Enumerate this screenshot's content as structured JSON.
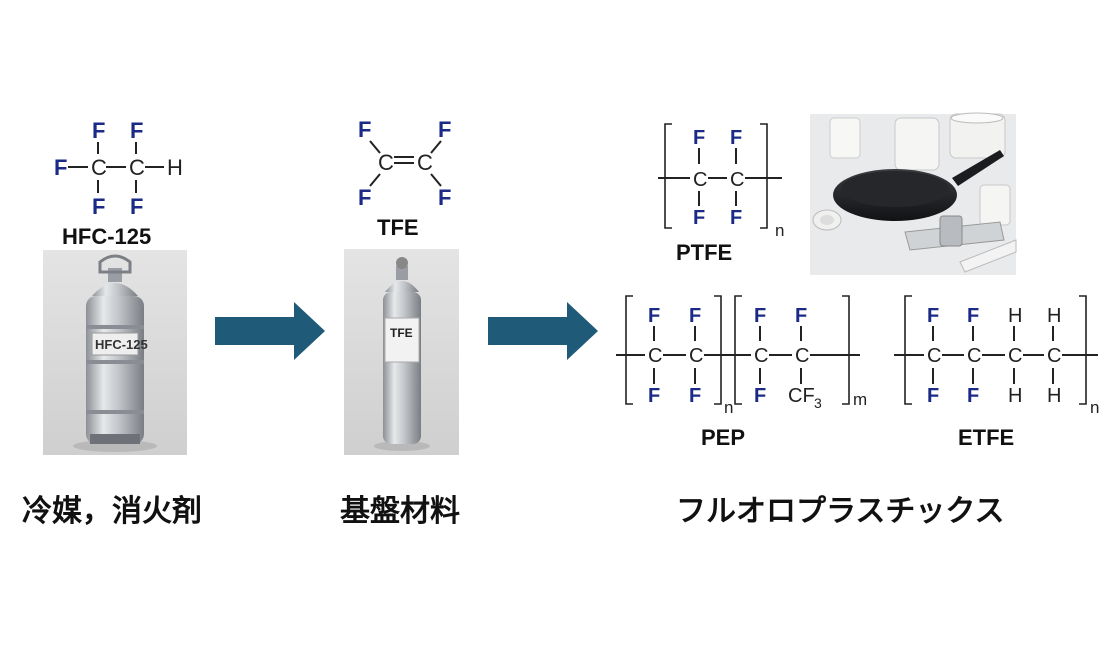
{
  "molecules": {
    "hfc125": {
      "name": "HFC-125",
      "atoms": {
        "F": "F",
        "C": "C",
        "H": "H"
      }
    },
    "tfe": {
      "name": "TFE",
      "atoms": {
        "F": "F",
        "C": "C"
      }
    },
    "ptfe": {
      "name": "PTFE",
      "sub_n": "n"
    },
    "pep": {
      "name": "PEP",
      "sub_n": "n",
      "sub_m": "m",
      "cf3": "CF",
      "cf3_sub": "3"
    },
    "etfe": {
      "name": "ETFE",
      "sub_n": "n"
    }
  },
  "cylinders": {
    "hfc_label": "HFC-125",
    "tfe_label": "TFE"
  },
  "captions": {
    "left": "冷媒，消火剤",
    "middle": "基盤材料",
    "right": "フルオロプラスチックス"
  },
  "colors": {
    "arrow": "#1f5a78",
    "fluorine": "#1a2a86"
  }
}
